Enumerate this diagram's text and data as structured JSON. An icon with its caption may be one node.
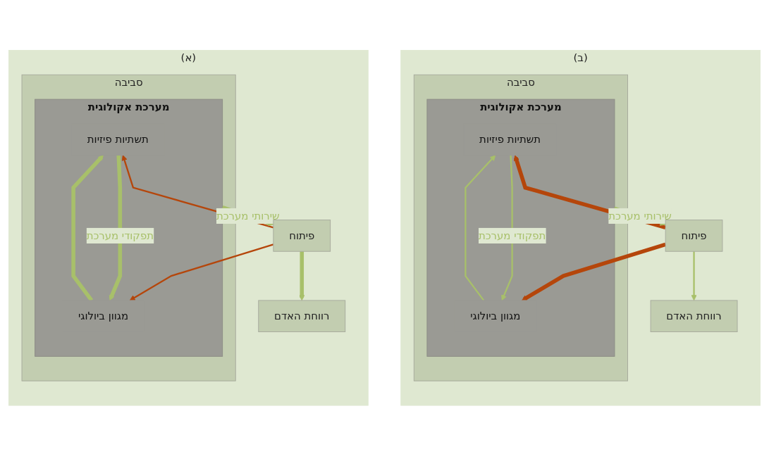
{
  "diagram": {
    "nodes": [
      {
        "text": [
          "(א)"
        ]
      },
      {
        "text": [
          "רווחת האדם"
        ],
        "in": 0
      },
      {
        "text": [
          "פיתוח"
        ],
        "in": 0
      },
      {
        "text": [
          "סביבה"
        ],
        "in": 0
      },
      {
        "text": [
          "מערכת אקולוגית"
        ],
        "in": 3
      },
      {
        "text": [
          "תשתיות פיזיות"
        ],
        "in": 4
      },
      {
        "text": [
          "מגוון ביולוגי"
        ],
        "in": 4
      },
      {
        "text": [
          "(ב)"
        ]
      },
      {
        "text": [
          "רווחת האדם"
        ],
        "in": 7
      },
      {
        "text": [
          "פיתוח"
        ],
        "in": 7
      },
      {
        "text": [
          "סביבה"
        ],
        "in": 7
      },
      {
        "text": [
          "מערכת אקולוגית"
        ],
        "in": 10
      },
      {
        "text": [
          "תשתיות פיזיות"
        ],
        "in": 11
      },
      {
        "text": [
          "מגוון ביולוגי"
        ],
        "in": 11
      }
    ],
    "edges": [
      {
        "from": 2,
        "to": 1,
        "arrow": "to",
        "style": "thick"
      },
      {
        "from": 4,
        "to": 2,
        "arrow": "to",
        "style": "thick",
        "label": "שירותי מערכת"
      },
      {
        "from": 2,
        "to": 5,
        "arrow": "to",
        "color": "#b5460b"
      },
      {
        "from": 2,
        "to": 6,
        "arrow": "to",
        "color": "#b5460b"
      },
      {
        "from": 6,
        "to": 5,
        "arrow": "to",
        "style": "thick"
      },
      {
        "from": 5,
        "to": 6,
        "arrow": "to",
        "style": "thick",
        "label": "תפקודי מערכת"
      },
      {
        "from": 9,
        "to": 8,
        "arrow": "to"
      },
      {
        "from": 11,
        "to": 9,
        "arrow": "to",
        "label": "שירותי מערכת"
      },
      {
        "from": 9,
        "to": 12,
        "arrow": "to",
        "style": "thick",
        "color": "#b5460b"
      },
      {
        "from": 9,
        "to": 13,
        "arrow": "to",
        "style": "thick",
        "color": "#b5460b"
      },
      {
        "from": 13,
        "to": 12,
        "arrow": "to"
      },
      {
        "from": 12,
        "to": 13,
        "arrow": "to",
        "label": "תפקודי מערכת"
      }
    ]
  }
}
